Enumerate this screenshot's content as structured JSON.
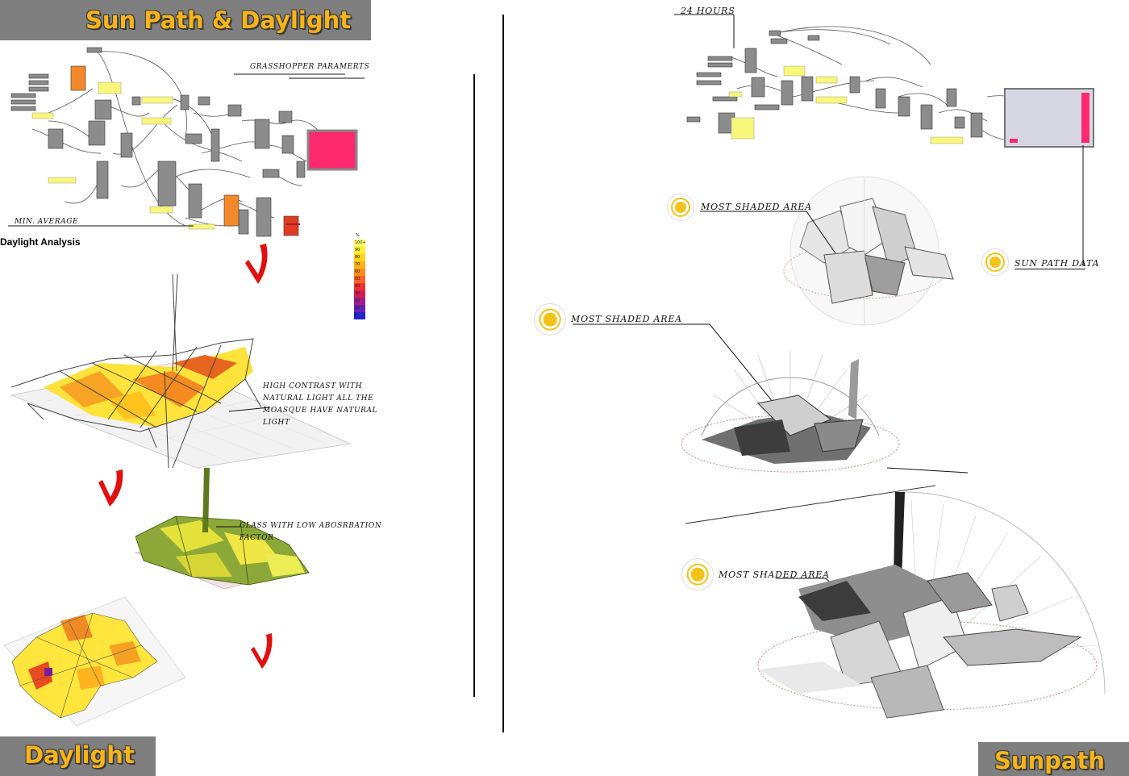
{
  "banners": {
    "top_left": "Sun Path & Daylight",
    "bottom_left": "Daylight",
    "bottom_right": "Sunpath"
  },
  "left_panel": {
    "graph_title": "GRASSHOPPER PARAMERTS",
    "min_average": "MIN. AVERAGE",
    "daylight_analysis": "Daylight Analysis",
    "legend_unit": "%",
    "legend_ticks": [
      "100+",
      "90",
      "80",
      "70",
      "60",
      "50",
      "40",
      "30",
      "20",
      "10",
      "0"
    ],
    "legend_colors": [
      "#ffff66",
      "#ffee33",
      "#ffd21f",
      "#ffb319",
      "#ff8c1a",
      "#ff6326",
      "#f0302f",
      "#d11d55",
      "#a41d8a",
      "#6a21b8",
      "#2623d0"
    ],
    "note_contrast": [
      "HIGH CONTRAST WITH",
      "NATURAL LIGHT ALL THE",
      "MOASQUE HAVE NATURAL",
      "LIGHT"
    ],
    "note_glass": [
      "GLASS WITH LOW ABOSRBATION",
      "FACTOR"
    ]
  },
  "right_panel": {
    "hours_label": "24 HOURS",
    "most_shaded_1": "MOST SHADED AREA",
    "sun_path_data": "SUN PATH DATA",
    "most_shaded_2": "MOST SHADED AREA",
    "most_shaded_3": "MOST SHADED AREA"
  },
  "colors": {
    "banner_bg": "#7f7f7f",
    "banner_text": "#f7b418",
    "accent_pink": "#ff2a6d",
    "arrow_red": "#e01010",
    "sun_yellow": "#f3c31a"
  },
  "icons": [
    "red-arrow-icon",
    "sun-icon"
  ]
}
